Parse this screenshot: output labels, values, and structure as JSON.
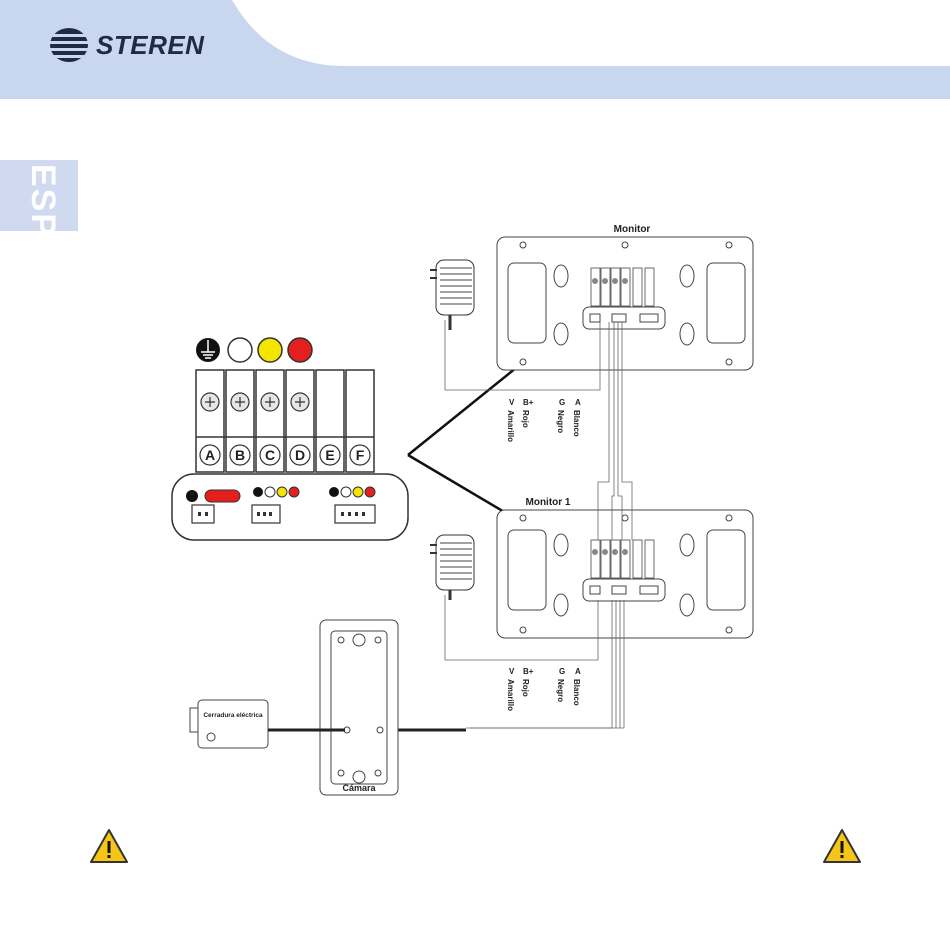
{
  "header": {
    "brand": "STEREN",
    "brand_color": "#1f2a44",
    "band_color": "#c8d6ee"
  },
  "sidebar": {
    "language": "ESP"
  },
  "diagram": {
    "monitor_label": "Monitor",
    "monitor1_label": "Monitor 1",
    "camera_label": "Cámara",
    "lock_label": "Cerradura eléctrica",
    "terminals": [
      "A",
      "B",
      "C",
      "D",
      "E",
      "F"
    ],
    "wire_letters": [
      "V",
      "B+",
      "G",
      "A"
    ],
    "wire_colors": [
      "Amarillo",
      "Rojo",
      "Negro",
      "Blanco"
    ]
  },
  "icons": [
    "steren-logo-icon",
    "ground-icon",
    "warning-icon"
  ]
}
